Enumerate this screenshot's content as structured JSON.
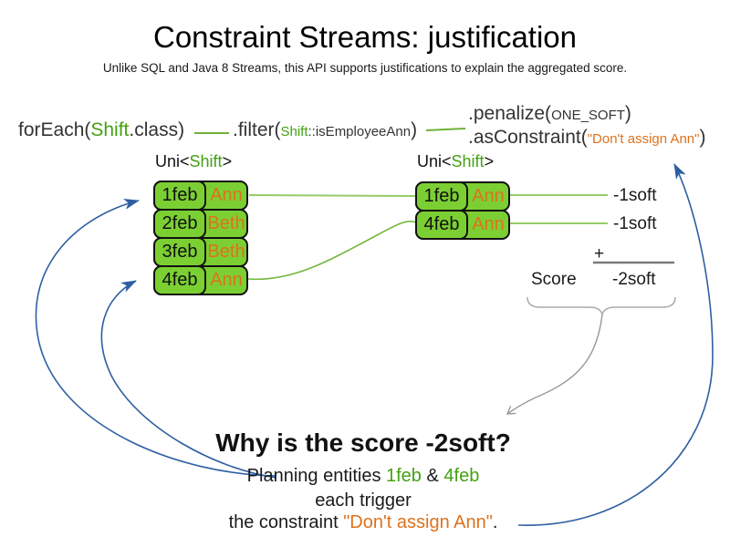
{
  "slide": {
    "title": "Constraint Streams: justification",
    "subtitle": "Unlike SQL and Java 8 Streams, this API supports justifications to explain the aggregated score."
  },
  "code": {
    "foreach": {
      "prefix": "forEach(",
      "class_name": "Shift",
      "suffix": ".class)"
    },
    "filter": {
      "prefix": ".filter(",
      "class_name": "Shift",
      "method_ref": "::isEmployeeAnn",
      "suffix": ")"
    },
    "penalize": {
      "prefix": ".penalize(",
      "arg": "ONE_SOFT",
      "suffix": ")"
    },
    "as_constraint": {
      "prefix": ".asConstraint(",
      "arg": "\"Don't assign Ann\"",
      "suffix": ")"
    }
  },
  "left_stream": {
    "type_label": {
      "prefix": "Uni<",
      "type": "Shift",
      "suffix": ">"
    },
    "rows": [
      {
        "date": "1feb",
        "employee": "Ann"
      },
      {
        "date": "2feb",
        "employee": "Beth"
      },
      {
        "date": "3feb",
        "employee": "Beth"
      },
      {
        "date": "4feb",
        "employee": "Ann"
      }
    ]
  },
  "right_stream": {
    "type_label": {
      "prefix": "Uni<",
      "type": "Shift",
      "suffix": ">"
    },
    "rows": [
      {
        "date": "1feb",
        "employee": "Ann"
      },
      {
        "date": "4feb",
        "employee": "Ann"
      }
    ]
  },
  "scores": {
    "penalties": [
      "-1soft",
      "-1soft"
    ],
    "plus_sign": "+",
    "score_label": "Score",
    "total": "-2soft"
  },
  "explanation": {
    "heading": "Why is the score -2soft?",
    "line1_prefix": "Planning entities ",
    "entity1": "1feb",
    "ampersand": " & ",
    "entity2": "4feb",
    "line2": "each trigger",
    "line3_prefix": "the constraint ",
    "constraint_name": "\"Don't assign Ann\"",
    "line3_suffix": "."
  },
  "colors": {
    "entity_fill_green": "#7CCF33",
    "code_green": "#44A112",
    "link_green": "#84C24E",
    "orange": "#DE711C",
    "arrow_blue": "#2E5FA2",
    "arrow_gray": "#999999",
    "text_dark": "#333333"
  }
}
